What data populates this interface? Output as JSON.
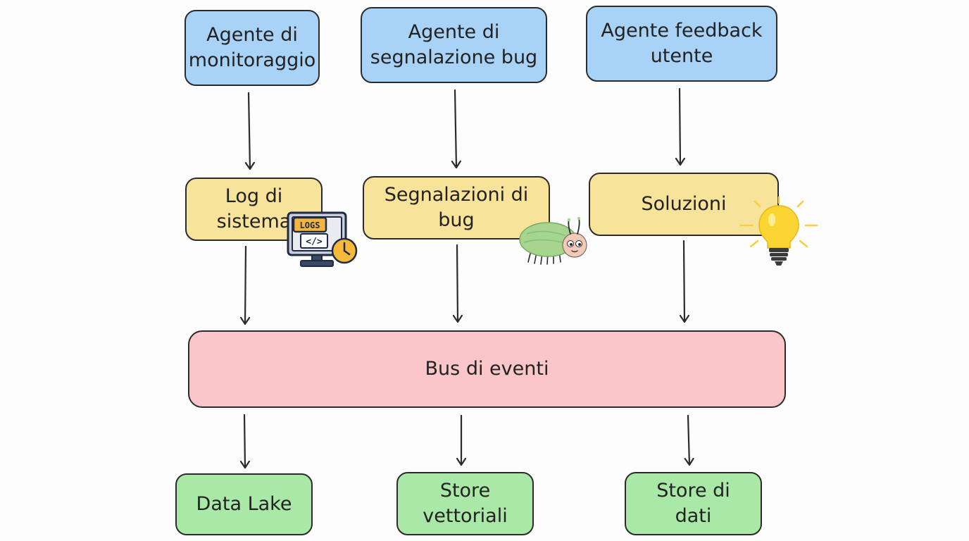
{
  "agents": [
    {
      "label": "Agente di\nmonitoraggio"
    },
    {
      "label": "Agente di\nsegnalazione bug"
    },
    {
      "label": "Agente feedback\nutente"
    }
  ],
  "sources": [
    {
      "label": "Log di\nsistema",
      "badge": "LOGS",
      "badge_code": "</>"
    },
    {
      "label": "Segnalazioni di\nbug"
    },
    {
      "label": "Soluzioni"
    }
  ],
  "bus": {
    "label": "Bus di eventi"
  },
  "stores": [
    {
      "label": "Data Lake"
    },
    {
      "label": "Store\nvettoriali"
    },
    {
      "label": "Store di\ndati"
    }
  ],
  "colors": {
    "agent": "#a8d3f7",
    "source": "#f8e39a",
    "bus": "#fbc6c9",
    "store": "#a9e8a6"
  },
  "icons": [
    "logs-monitor-icon",
    "bug-icon",
    "lightbulb-icon"
  ]
}
